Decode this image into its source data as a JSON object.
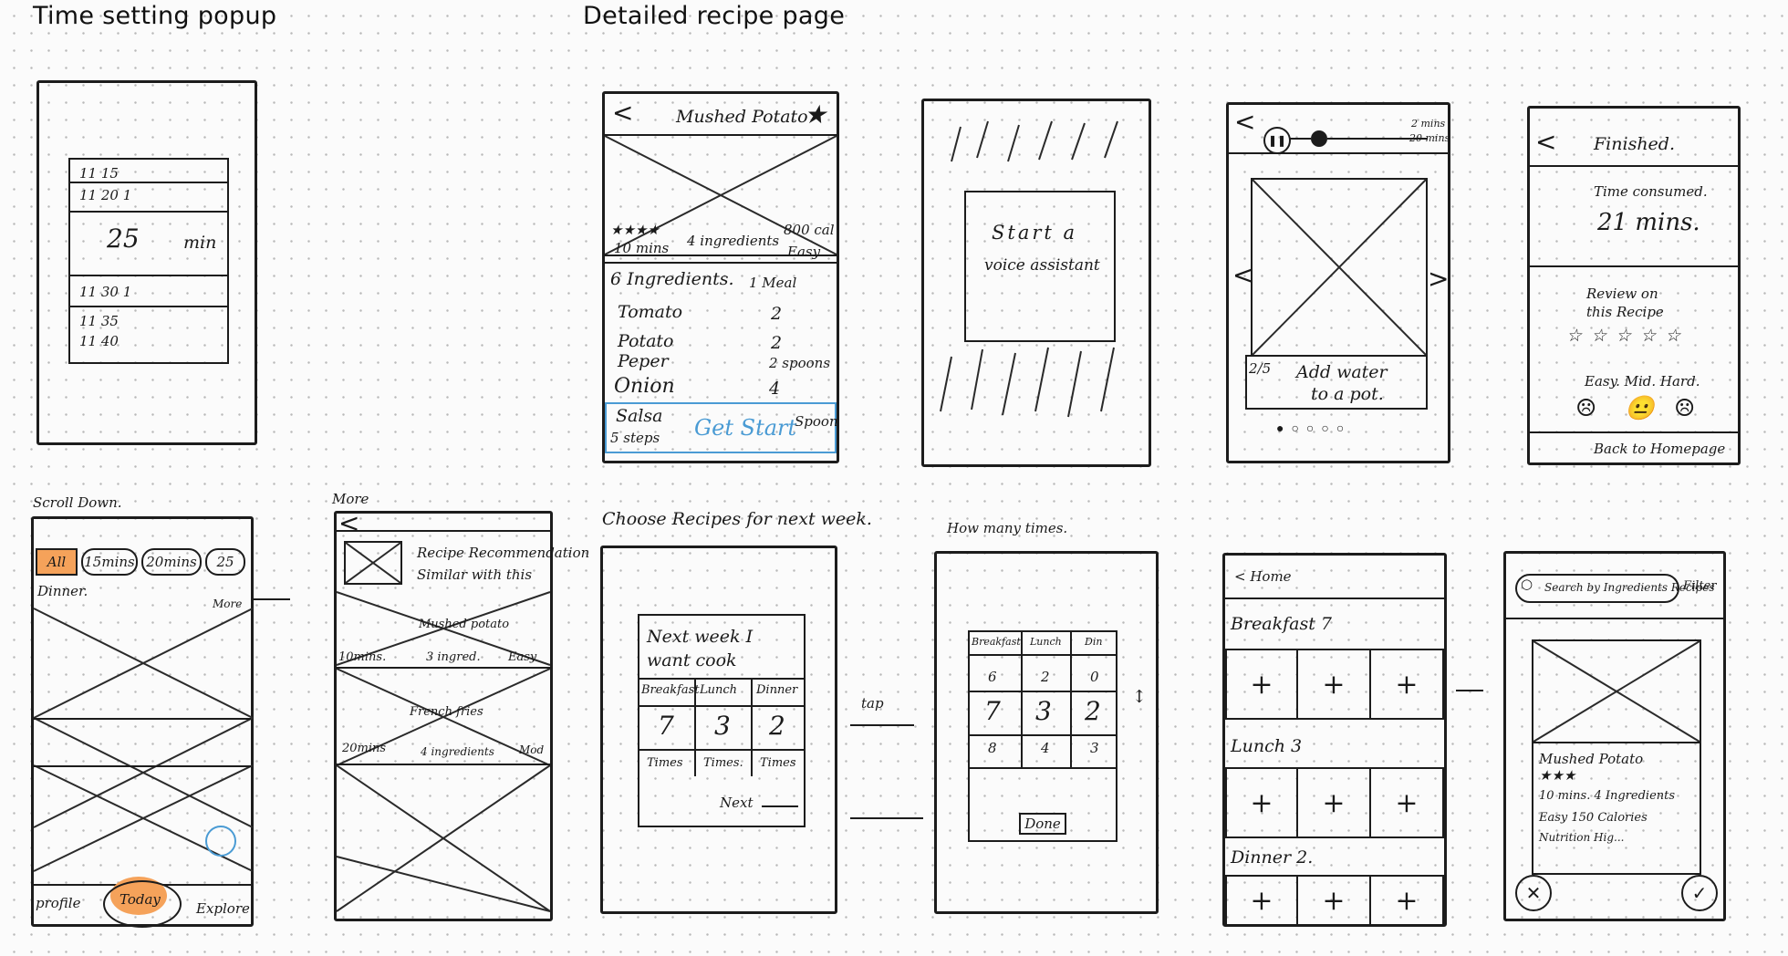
{
  "sections": {
    "time_popup": "Time setting popup",
    "recipe_page": "Detailed recipe page"
  },
  "time_popup": {
    "rows": [
      "11 15",
      "11 20 1",
      "25",
      "11 30 1",
      "11 35",
      "11 40"
    ],
    "value": "25",
    "unit": "min"
  },
  "recipe": {
    "back": "<",
    "title": "Mushed Potato",
    "stars": "★★★★",
    "time": "10 mins",
    "ingredients_count": "4 ingredients",
    "calories": "800 cal",
    "difficulty": "Easy",
    "ingredients_header": "6 Ingredients.",
    "meal": "1 Meal",
    "items": [
      {
        "name": "Tomato",
        "qty": "2"
      },
      {
        "name": "Potato",
        "qty": "2"
      },
      {
        "name": "Peper",
        "qty": "2 spoons"
      },
      {
        "name": "Onion",
        "qty": "4"
      },
      {
        "name": "Salsa",
        "qty": "Spoon"
      }
    ],
    "steps": "5 steps",
    "start": "Get Start"
  },
  "voice": {
    "line1": "Start a",
    "line2": "voice assistant"
  },
  "step": {
    "back": "<",
    "time1": "2 mins",
    "time2": "20 mins",
    "step_num": "2/5",
    "instruction1": "Add water",
    "instruction2": "to a pot.",
    "prev": "<",
    "next": ">",
    "dots": "●○○○○"
  },
  "finished": {
    "back": "<",
    "title": "Finished.",
    "time_label": "Time consumed.",
    "time_value": "21 mins.",
    "review1": "Review on",
    "review2": "this Recipe",
    "stars": "☆ ☆ ☆ ☆ ☆",
    "difficulty": "Easy. Mid. Hard.",
    "faces": [
      "☹",
      "😐",
      "☹"
    ],
    "back_home": "Back to Homepage"
  },
  "home": {
    "scroll_note": "Scroll Down.",
    "filters": [
      "All",
      "15mins",
      "20mins",
      "25"
    ],
    "section": "Dinner.",
    "more": "More",
    "nav": [
      "profile",
      "Today",
      "Explore"
    ]
  },
  "more": {
    "note": "More",
    "back": "<",
    "rec_title1": "Recipe Recommendation",
    "rec_title2": "Similar with this",
    "item1_name": "Mushed potato",
    "item1_time": "10mins.",
    "item1_ing": "3 ingred.",
    "item1_diff": "Easy",
    "item2_name": "French fries",
    "item2_time": "20mins",
    "item2_ing": "4 ingredients",
    "item2_diff": "Mod"
  },
  "choose": {
    "note": "Choose Recipes for next week.",
    "line1": "Next week I",
    "line2": "want cook",
    "cols": [
      "Breakfast",
      "Lunch",
      "Dinner"
    ],
    "values": [
      "7",
      "3",
      "2"
    ],
    "times": [
      "Times",
      "Times.",
      "Times"
    ],
    "next": "Next",
    "tap": "tap"
  },
  "howmany": {
    "note": "How many times.",
    "cols": [
      "Breakfast",
      "Lunch",
      "Din"
    ],
    "top": [
      "6",
      "2",
      "0"
    ],
    "values": [
      "7",
      "3",
      "2"
    ],
    "bottom": [
      "8",
      "4",
      "3"
    ],
    "done": "Done"
  },
  "plan": {
    "back": "< Home",
    "breakfast": "Breakfast 7",
    "lunch": "Lunch 3",
    "dinner": "Dinner 2.",
    "plus": "+"
  },
  "search": {
    "placeholder": "Search by Ingredients Recipes",
    "filter": "Filter",
    "name": "Mushed Potato",
    "stars": "★★★",
    "info1": "10 mins. 4 Ingredients",
    "info2": "Easy  150 Calories",
    "info3": "Nutrition  Hig...",
    "reject": "✕",
    "accept": "✓"
  },
  "colors": {
    "highlight": "#f5a25a",
    "accent": "#4a9bd4"
  }
}
